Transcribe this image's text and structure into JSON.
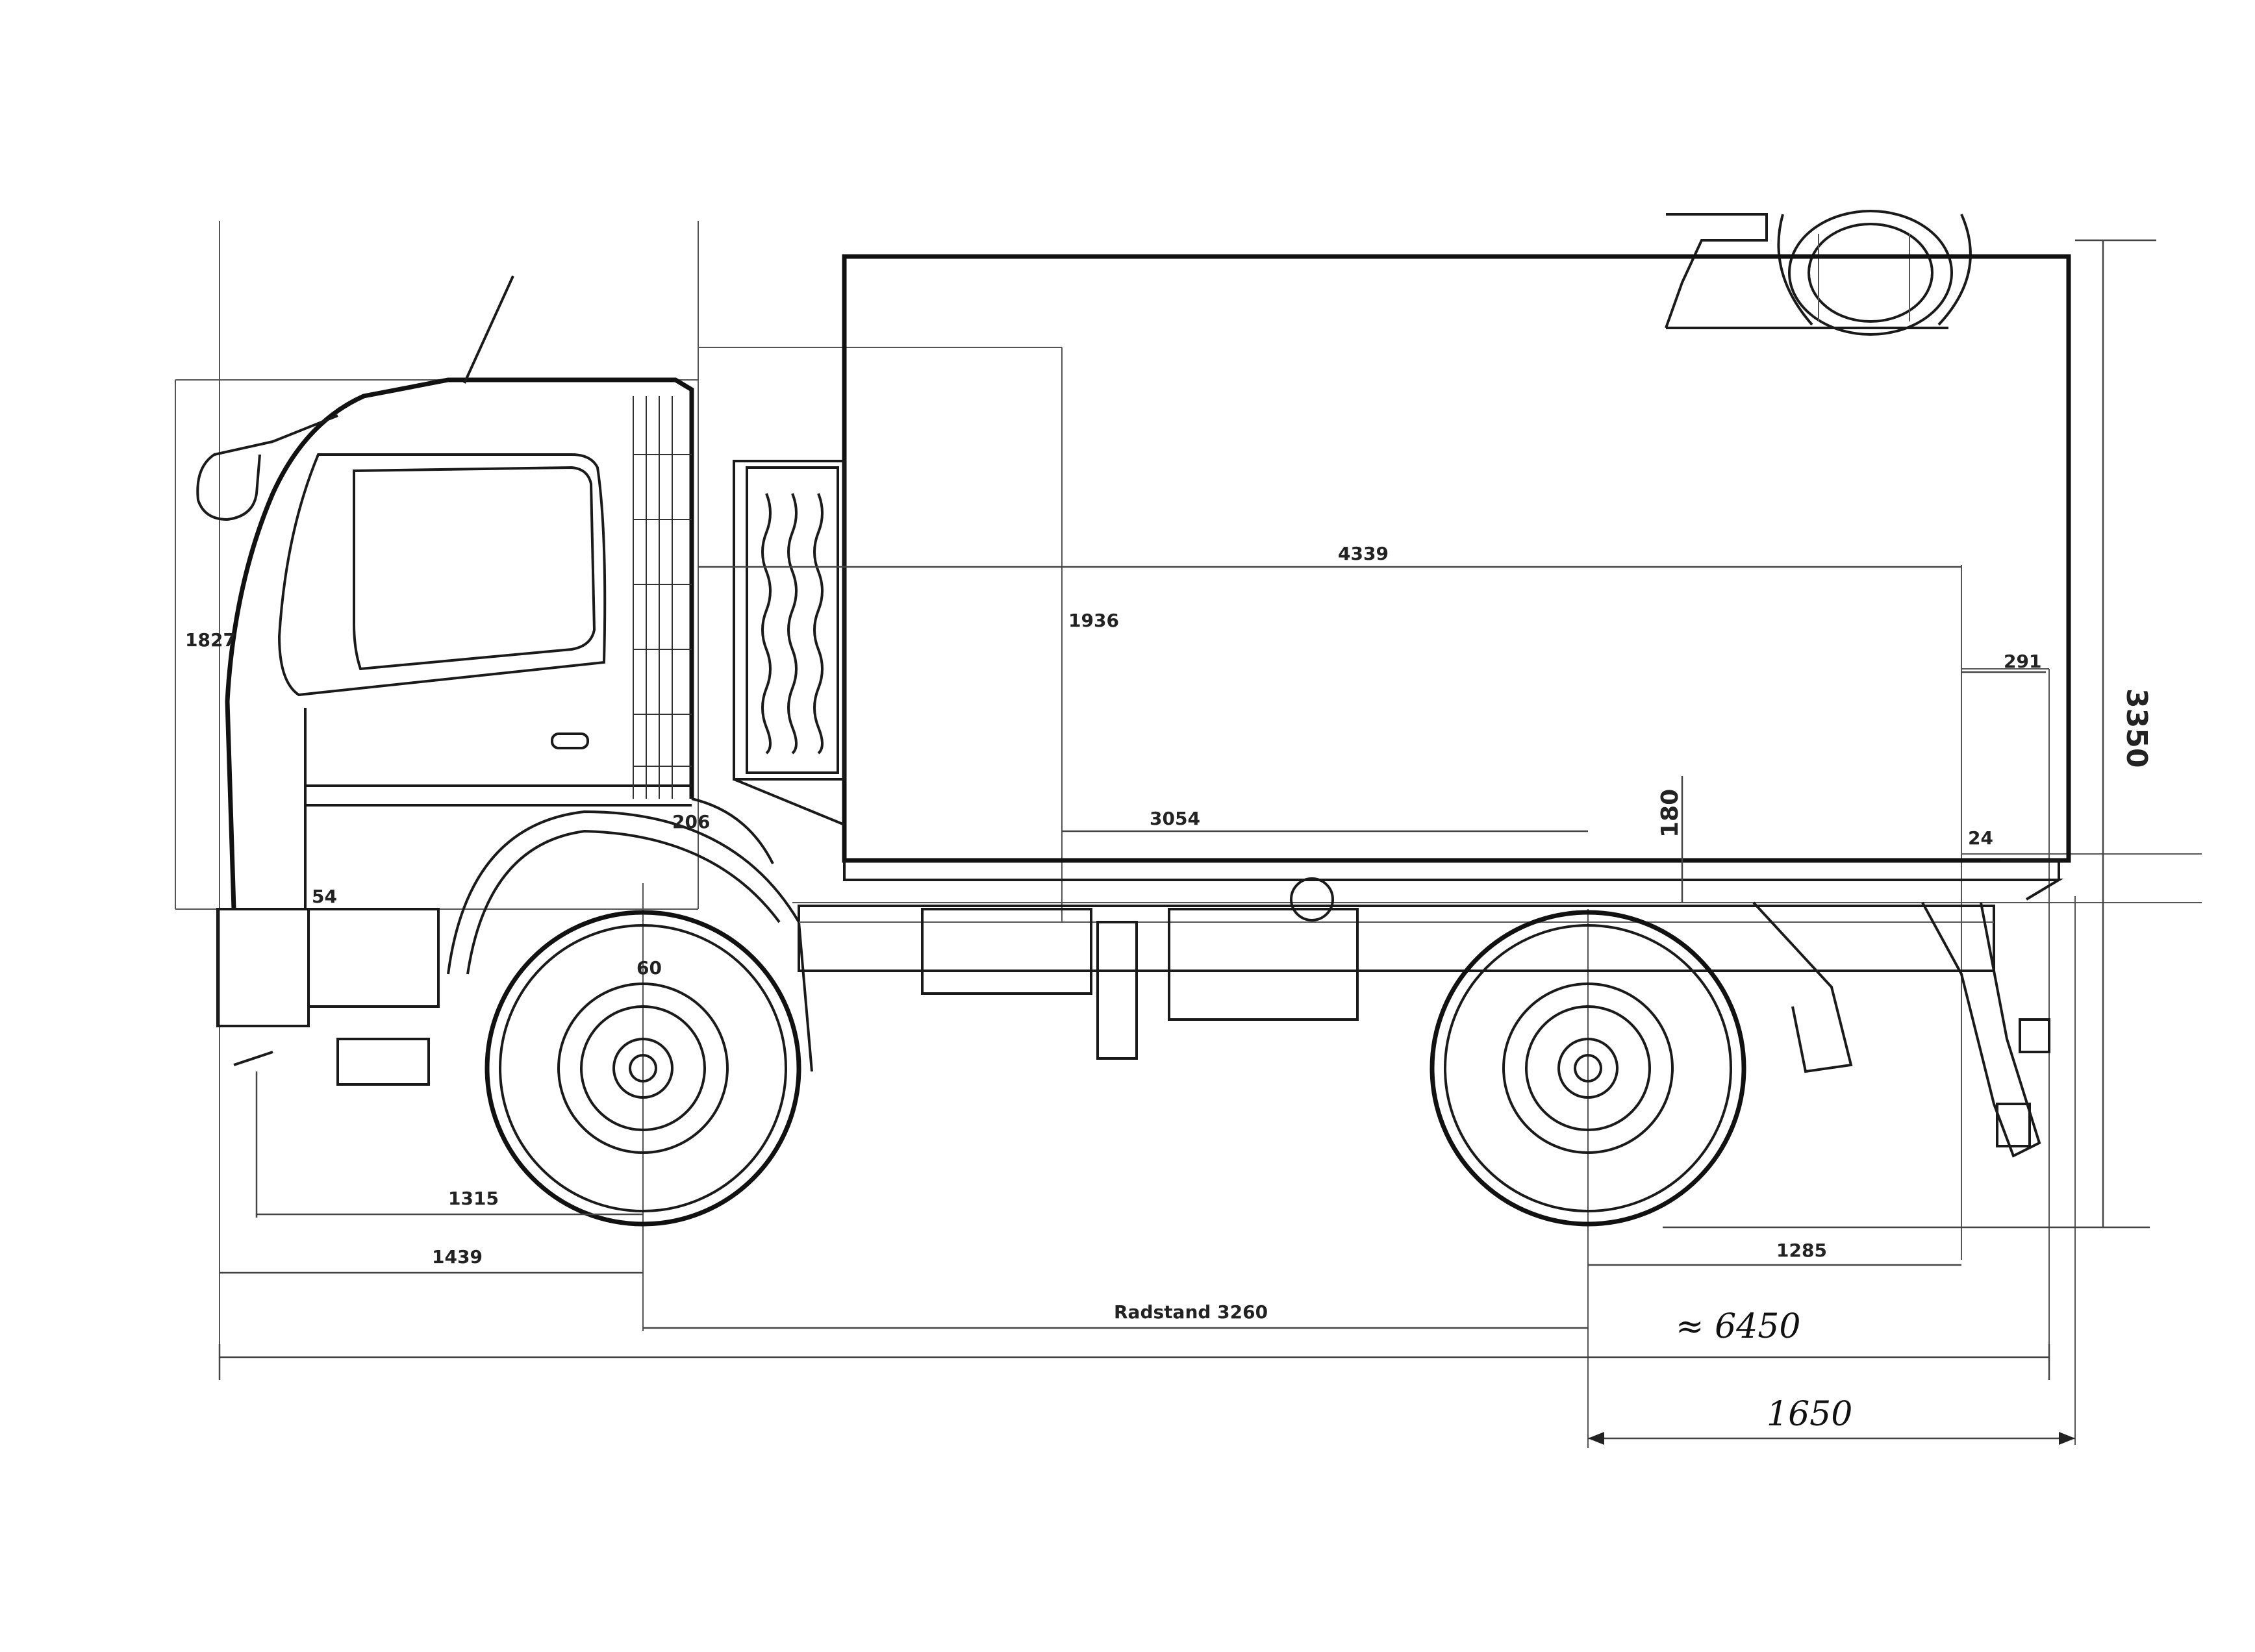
{
  "dimensions": {
    "cab_height": "1827",
    "cab_to_box": "1936",
    "box_length": "4339",
    "rear_small": "291",
    "total_height": "3350",
    "frame_offset": "180",
    "box_floor_len": "3054",
    "gap_206": "206",
    "front_54": "54",
    "axle_60": "60",
    "rear_24": "24",
    "front_overhang_inner": "1315",
    "front_overhang": "1439",
    "rear_overhang": "1285",
    "wheelbase": "Radstand 3260",
    "total_length": "≈ 6450",
    "rear_extension": "1650"
  }
}
